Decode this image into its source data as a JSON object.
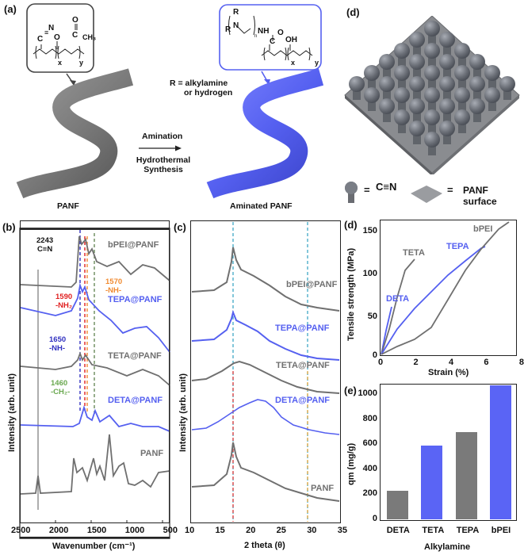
{
  "figure": {
    "panel_labels": {
      "a": "(a)",
      "b": "(b)",
      "c": "(c)",
      "d_schematic": "(d)",
      "d_tensile": "(d)",
      "e": "(e)"
    },
    "panel_a": {
      "left_fiber_label": "PANF",
      "right_fiber_label": "Aminated PANF",
      "arrow_top_label": "Amination",
      "arrow_bottom_label_line1": "Hydrothermal",
      "arrow_bottom_label_line2": "Synthesis",
      "r_def_line1": "R = alkylamine",
      "r_def_line2": "or hydrogen",
      "left_structure": {
        "groups": [
          "C≡N",
          "O-C(=O)-CH3"
        ],
        "subscripts": [
          "x",
          "y"
        ]
      },
      "right_structure": {
        "groups": [
          "R",
          "N",
          "R",
          "NH",
          "C=O",
          "OH"
        ],
        "subscripts": [
          "n",
          "x",
          "y"
        ]
      },
      "colors": {
        "panf": "#7a7a7a",
        "aminated": "#5560f0"
      }
    },
    "panel_d_schematic": {
      "legend_eq1": "=",
      "legend_group": "C≡N",
      "legend_eq2": "=",
      "legend_surface_label": "PANF surface"
    }
  },
  "chart_data": [
    {
      "id": "b",
      "type": "line",
      "title": "",
      "xlabel": "Wavenumber (cm⁻¹)",
      "ylabel": "Intensity (arb. unit)",
      "xlim": [
        2500,
        400
      ],
      "xticks": [
        "2500",
        "2000",
        "1500",
        "1000",
        "500"
      ],
      "series": [
        {
          "name": "bPEI@PANF",
          "color": "#707070"
        },
        {
          "name": "TEPA@PANF",
          "color": "#5560f0"
        },
        {
          "name": "TETA@PANF",
          "color": "#707070"
        },
        {
          "name": "DETA@PANF",
          "color": "#5560f0"
        },
        {
          "name": "PANF",
          "color": "#707070"
        }
      ],
      "annotations": [
        {
          "value": "2243",
          "label": "C≡N",
          "color": "#111111"
        },
        {
          "value": "1650",
          "label": "-NH-",
          "color": "#3030c0"
        },
        {
          "value": "1590",
          "label": "-NH₂",
          "color": "#e02020"
        },
        {
          "value": "1570",
          "label": "-NH-",
          "color": "#f08a30"
        },
        {
          "value": "1460",
          "label": "-CH₂-",
          "color": "#6aa84f"
        }
      ]
    },
    {
      "id": "c",
      "type": "line",
      "title": "",
      "xlabel": "2 theta (θ)",
      "ylabel": "Intensity (arb. unit)",
      "xlim": [
        10,
        35
      ],
      "xticks": [
        "10",
        "15",
        "20",
        "25",
        "30",
        "35"
      ],
      "reference_lines": [
        17,
        29.5
      ],
      "series": [
        {
          "name": "bPEI@PANF",
          "color": "#707070",
          "peak": 17
        },
        {
          "name": "TEPA@PANF",
          "color": "#5560f0",
          "peak": 17
        },
        {
          "name": "TETA@PANF",
          "color": "#707070",
          "peak": 18
        },
        {
          "name": "DETA@PANF",
          "color": "#5560f0",
          "peak": 21
        },
        {
          "name": "PANF",
          "color": "#707070",
          "peak": 17
        }
      ]
    },
    {
      "id": "d",
      "type": "line",
      "title": "",
      "xlabel": "Strain (%)",
      "ylabel": "Tensile strength (MPa)",
      "xlim": [
        0,
        8
      ],
      "ylim": [
        0,
        160
      ],
      "xticks": [
        "0",
        "2",
        "4",
        "6",
        "8"
      ],
      "yticks": [
        "0",
        "50",
        "100",
        "150"
      ],
      "series": [
        {
          "name": "DETA",
          "color": "#5560f0",
          "x": [
            0,
            0.3,
            0.65
          ],
          "y": [
            0,
            28,
            58
          ]
        },
        {
          "name": "TETA",
          "color": "#707070",
          "x": [
            0,
            0.5,
            1.0,
            1.5,
            2.0
          ],
          "y": [
            0,
            30,
            68,
            100,
            115
          ]
        },
        {
          "name": "TEPA",
          "color": "#5560f0",
          "x": [
            0,
            1,
            2,
            3,
            4,
            5,
            6,
            6.2
          ],
          "y": [
            0,
            30,
            55,
            75,
            95,
            112,
            128,
            130
          ]
        },
        {
          "name": "bPEI",
          "color": "#707070",
          "x": [
            0,
            1,
            2,
            3,
            4,
            5,
            6,
            7,
            7.6
          ],
          "y": [
            0,
            8,
            17,
            32,
            65,
            100,
            125,
            148,
            156
          ]
        }
      ]
    },
    {
      "id": "e",
      "type": "bar",
      "title": "",
      "xlabel": "Alkylamine",
      "ylabel": "qm (mg/g)",
      "ylim": [
        0,
        1100
      ],
      "yticks": [
        "0",
        "200",
        "400",
        "600",
        "800",
        "1000"
      ],
      "categories": [
        "DETA",
        "TETA",
        "TEPA",
        "bPEI"
      ],
      "values": [
        230,
        600,
        708,
        1085
      ],
      "colors": [
        "#7a7a7a",
        "#5a64f5",
        "#7a7a7a",
        "#5a64f5"
      ]
    }
  ]
}
